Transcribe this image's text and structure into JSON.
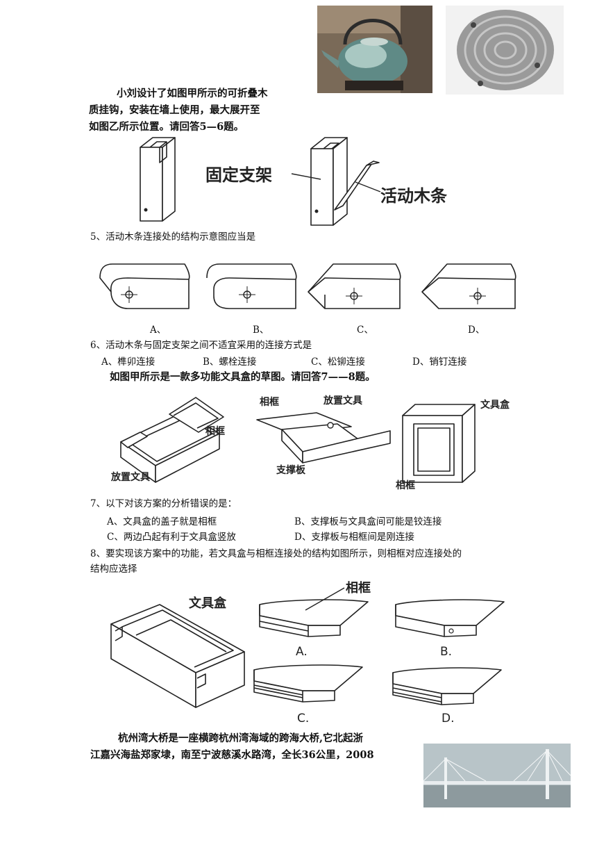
{
  "intro_q5_6": [
    "小刘设计了如图甲所示的可折叠木",
    "质挂钩，安装在墙上使用，最大展开至",
    "如图乙所示位置。请回答5—6题。"
  ],
  "fig1": {
    "fixed_bracket": "固定支架",
    "movable_strip": "活动木条"
  },
  "q5": {
    "stem": "5、活动木条连接处的结构示意图应当是",
    "options": [
      "A、",
      "B、",
      "C、",
      "D、"
    ]
  },
  "q6": {
    "stem": "6、活动木条与固定支架之间不适宜采用的连接方式是",
    "options": [
      "A、榫卯连接",
      "B、螺栓连接",
      "C、松铆连接",
      "D、销钉连接"
    ]
  },
  "intro_q7_8": "如图甲所示是一款多功能文具盒的草图。请回答7——8题。",
  "fig2": {
    "photo_frame": "相框",
    "place_stationery": "放置文具",
    "support_board": "支撑板",
    "stationery_box": "文具盒"
  },
  "q7": {
    "stem": "7、以下对该方案的分析错误的是：",
    "options": [
      "A、文具盒的盖子就是相框",
      "B、支撑板与文具盒间可能是铰连接",
      "C、两边凸起有利于文具盒竖放",
      "D、支撑板与相框间是刚连接"
    ]
  },
  "q8": {
    "stem_line1": "8、要实现该方案中的功能，若文具盒与相框连接处的结构如图所示，则相框对应连接处的",
    "stem_line2": "结构应选择",
    "box_label": "文具盒",
    "frame_label": "相框",
    "options": [
      "A.",
      "B.",
      "C.",
      "D."
    ]
  },
  "intro_bridge": [
    "杭州湾大桥是一座横跨杭州湾海域的跨海大桥,它北起浙",
    "江嘉兴海盐郑家埭，南至宁波慈溪水路湾，全长36公里，2008"
  ]
}
